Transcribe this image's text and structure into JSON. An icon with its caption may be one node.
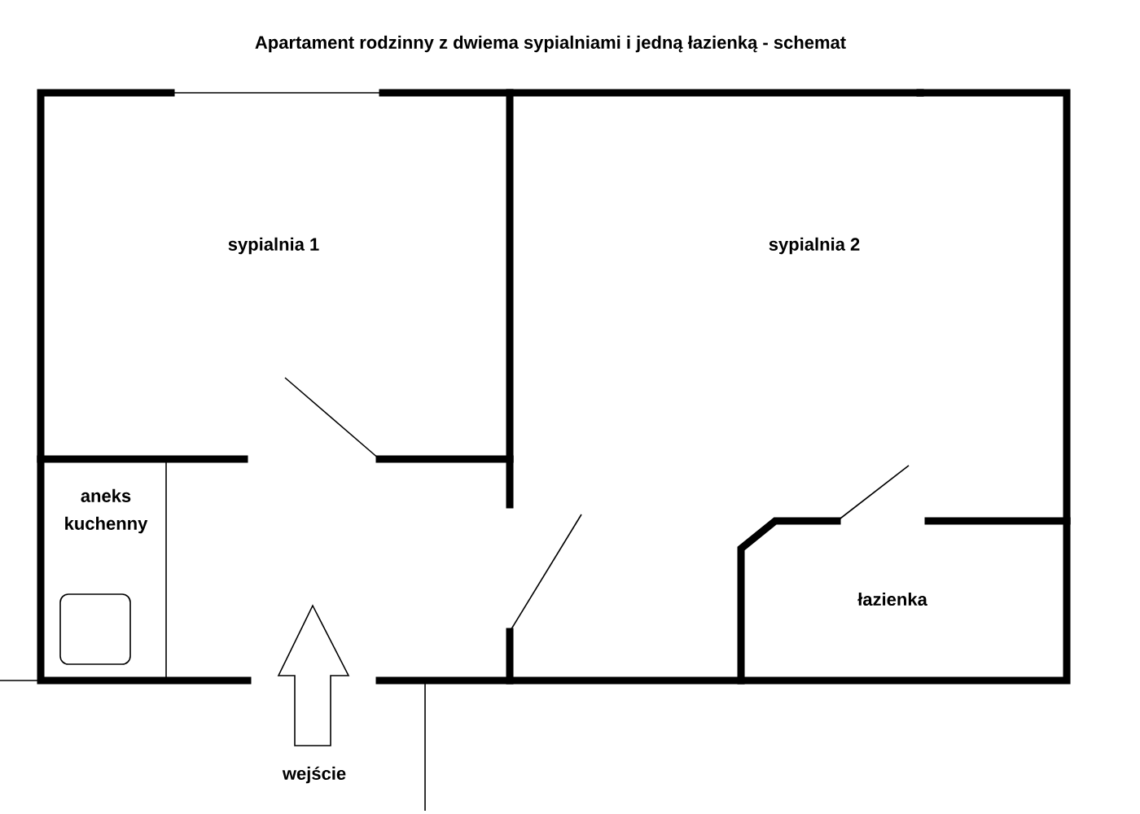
{
  "diagram": {
    "title": "Apartament rodzinny z dwiema sypialniami i jedną łazienką  - schemat",
    "labels": [
      "sypialnia 1",
      "sypialnia 2",
      "aneks kuchenny",
      "łazienka",
      "wejście"
    ]
  }
}
